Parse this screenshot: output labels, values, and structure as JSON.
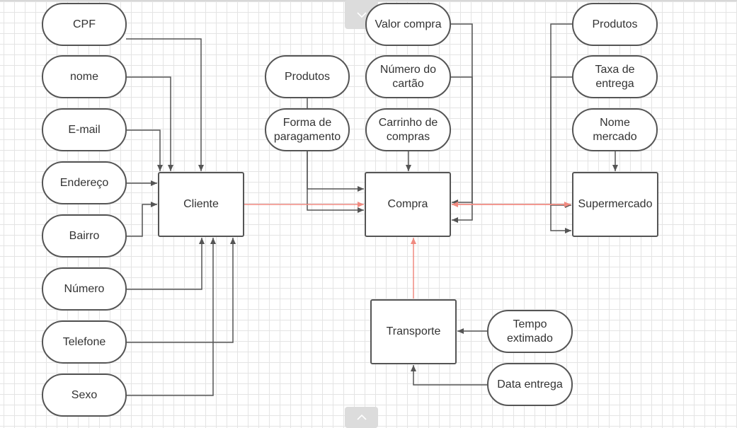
{
  "colors": {
    "edge": "#555555",
    "relation": "#f08a80",
    "border": "#555555",
    "text": "#333333"
  },
  "attributes": {
    "cpf": "CPF",
    "nome": "nome",
    "email": "E-mail",
    "endereco": "Endereço",
    "bairro": "Bairro",
    "numero": "Número",
    "telefone": "Telefone",
    "sexo": "Sexo",
    "produtos_compra": "Produtos",
    "forma_pagamento": "Forma de\nparagamento",
    "valor_compra": "Valor compra",
    "numero_cartao": "Número do\ncartão",
    "carrinho": "Carrinho de\ncompras",
    "produtos_mercado": "Produtos",
    "taxa_entrega": "Taxa de\nentrega",
    "nome_mercado": "Nome\nmercado",
    "tempo_estimado": "Tempo\nextimado",
    "data_entrega": "Data entrega"
  },
  "entities": {
    "cliente": "Cliente",
    "compra": "Compra",
    "supermercado": "Supermercado",
    "transporte": "Transporte"
  },
  "ui": {
    "collapse_icon": "chevron-down-icon",
    "expand_icon": "chevron-up-icon"
  }
}
